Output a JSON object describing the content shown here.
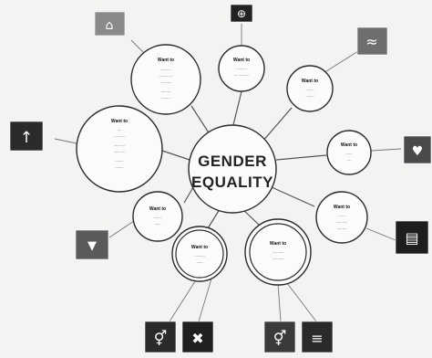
{
  "center": {
    "line1": "GENDER",
    "line2": "EQUALITY"
  },
  "nodes": [
    {
      "id": "top",
      "title": "Want to",
      "lines": [
        "..........",
        ".............."
      ],
      "icon": "partnership-icon"
    },
    {
      "id": "top-left",
      "title": "Want to",
      "lines": [
        "..........",
        "............",
        "...........",
        ".........",
        "........"
      ],
      "icon": "city-icon"
    },
    {
      "id": "top-right",
      "title": "Want to",
      "lines": [
        "........",
        "........"
      ],
      "icon": "water-icon"
    },
    {
      "id": "left",
      "title": "Want to",
      "lines": [
        "....",
        "..........",
        "...........",
        "...........",
        "........",
        "........"
      ],
      "icon": "growth-chart-icon"
    },
    {
      "id": "right",
      "title": "Want to",
      "lines": [
        "......",
        "...."
      ],
      "icon": "health-icon"
    },
    {
      "id": "lower-left",
      "title": "Want to",
      "lines": [
        "........",
        "......"
      ],
      "icon": "justice-icon"
    },
    {
      "id": "lower-right",
      "title": "Want to",
      "lines": [
        "........",
        "...........",
        "........."
      ],
      "icon": "education-icon"
    },
    {
      "id": "bottom-left",
      "title": "Want to",
      "lines": [
        "..........",
        "......"
      ],
      "icon": "gender-icon"
    },
    {
      "id": "bottom-right",
      "title": "Want to",
      "lines": [
        "...........",
        "..........."
      ],
      "icon": "gender-icon"
    }
  ],
  "icons": {
    "partnership": {
      "glyph": "⊕",
      "color": "#222"
    },
    "city": {
      "glyph": "⌂",
      "color": "#8a8a8a"
    },
    "water": {
      "glyph": "≈",
      "color": "#6e6e6e"
    },
    "growth": {
      "glyph": "↑",
      "color": "#2b2b2b"
    },
    "health": {
      "glyph": "♥",
      "color": "#4a4a4a"
    },
    "justice": {
      "glyph": "▼",
      "color": "#5a5a5a"
    },
    "education": {
      "glyph": "▤",
      "color": "#1e1e1e"
    },
    "gender1": {
      "glyph": "⚥",
      "color": "#2a2a2a"
    },
    "gender2": {
      "glyph": "✖",
      "color": "#202020"
    },
    "gender3": {
      "glyph": "⚥",
      "color": "#3a3a3a"
    },
    "gender4": {
      "glyph": "≡",
      "color": "#2a2a2a"
    }
  }
}
